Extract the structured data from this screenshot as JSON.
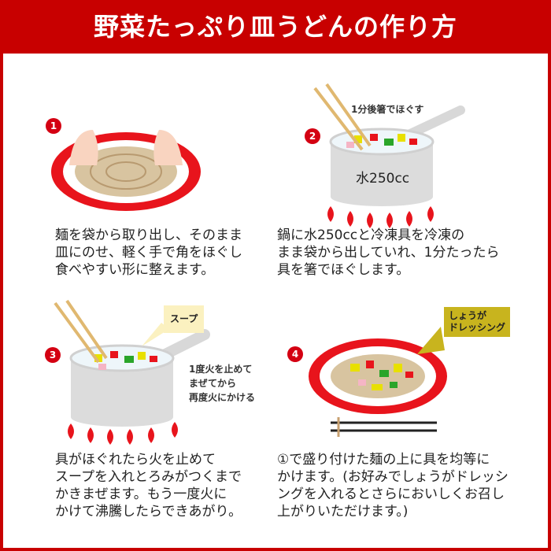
{
  "title": "野菜たっぷり皿うどんの作り方",
  "steps": [
    {
      "number": "1",
      "text": "麺を袋から取り出し、そのまま\n皿にのせ、軽く手で角をほぐし\n食べやすい形に整えます。"
    },
    {
      "number": "2",
      "note": "1分後箸でほぐす",
      "pot_label": "水250cc",
      "text": "鍋に水250ccと冷凍具を冷凍の\nまま袋から出していれ、1分たったら\n具を箸でほぐします。"
    },
    {
      "number": "3",
      "soup_label": "スープ",
      "note": "1度火を止めて\nまぜてから\n再度火にかける",
      "text": "具がほぐれたら火を止めて\nスープを入れとろみがつくまで\nかきまぜます。もう一度火に\nかけて沸騰したらできあがり。"
    },
    {
      "number": "4",
      "dressing_label": "しょうが\nドレッシング",
      "text": "①で盛り付けた麺の上に具を均等に\nかけます。(お好みでしょうがドレッシ\nングを入れるとさらにおいしくお召し\n上がりいただけます。)"
    }
  ],
  "colors": {
    "brand": "#c80000",
    "dressing": "#c8b41e",
    "soup": "#fbf1c0"
  }
}
